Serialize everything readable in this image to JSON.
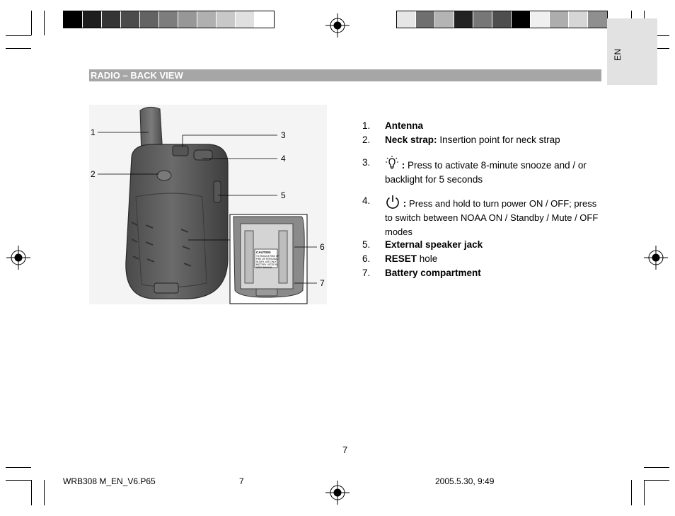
{
  "lang_tab": "EN",
  "section_title": "RADIO – BACK VIEW",
  "callouts": [
    "1",
    "2",
    "3",
    "4",
    "5",
    "6",
    "7"
  ],
  "figure": {
    "battery_label_title": "CAUTION",
    "battery_label_lines": [
      "TO REDUCE RISK OF",
      "FIRE OR PERSONAL",
      "INJURY, USE ONLY",
      "BATTERY LISTED IN",
      "USER MANUAL"
    ]
  },
  "items": [
    {
      "num": "1.",
      "title": "Antenna",
      "text": ""
    },
    {
      "num": "2.",
      "title": "Neck strap:",
      "text": "Insertion point for neck strap"
    },
    {
      "num": "3.",
      "icon": "snooze-light-icon",
      "title": ":",
      "text": "Press to activate 8-minute snooze and / or backlight for 5 seconds"
    },
    {
      "num": "4.",
      "icon": "power-icon",
      "title": ":",
      "text": "Press and hold to turn power ON / OFF; press to switch between NOAA ON / Standby / Mute / OFF modes"
    },
    {
      "num": "5.",
      "title": "External speaker jack",
      "text": ""
    },
    {
      "num": "6.",
      "title": "RESET",
      "text": "hole"
    },
    {
      "num": "7.",
      "title": "Battery compartment",
      "text": ""
    }
  ],
  "page_number": "7",
  "footer": {
    "file": "WRB308 M_EN_V6.P65",
    "page": "7",
    "timestamp": "2005.5.30, 9:49"
  },
  "calibration_left": [
    "#000000",
    "#1e1e1e",
    "#353535",
    "#4b4b4b",
    "#636363",
    "#7d7d7d",
    "#979797",
    "#b0b0b0",
    "#c8c8c8",
    "#e0e0e0",
    "#ffffff"
  ],
  "calibration_right": [
    "#e6e6e6",
    "#6f6f6f",
    "#b4b4b4",
    "#222222",
    "#777777",
    "#4e4e4e",
    "#000000",
    "#f0f0f0",
    "#adadad",
    "#d6d6d6",
    "#8f8f8f"
  ]
}
